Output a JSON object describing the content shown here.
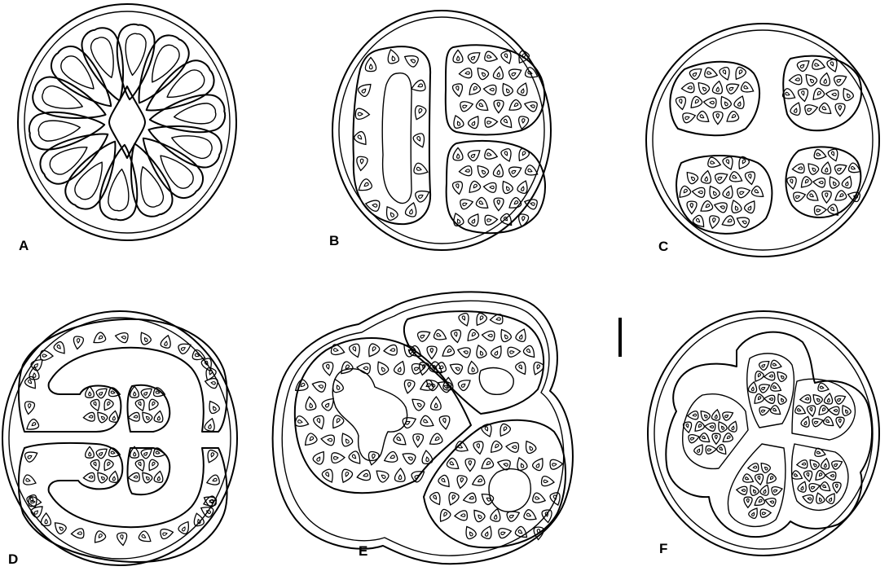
{
  "figure": {
    "panels": [
      {
        "id": "A",
        "label": "A"
      },
      {
        "id": "B",
        "label": "B"
      },
      {
        "id": "C",
        "label": "C"
      },
      {
        "id": "D",
        "label": "D"
      },
      {
        "id": "E",
        "label": "E"
      },
      {
        "id": "F",
        "label": "F"
      }
    ],
    "scale_bar": {
      "label": ""
    }
  },
  "colors": {
    "line": "#000000",
    "background": "#ffffff"
  }
}
